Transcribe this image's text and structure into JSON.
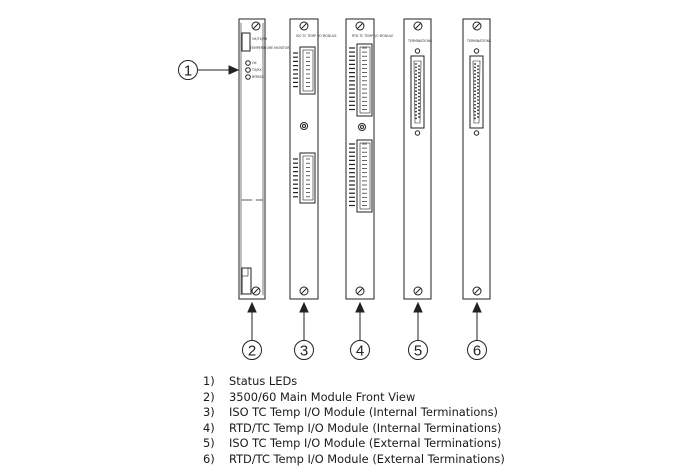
{
  "callouts": [
    "1",
    "2",
    "3",
    "4",
    "5",
    "6"
  ],
  "legend": [
    {
      "num": "1)",
      "text": "Status LEDs"
    },
    {
      "num": "2)",
      "text": "3500/60 Main Module Front View"
    },
    {
      "num": "3)",
      "text": "ISO TC Temp I/O Module (Internal Terminations)"
    },
    {
      "num": "4)",
      "text": "RTD/TC Temp I/O Module (Internal Terminations)"
    },
    {
      "num": "5)",
      "text": "ISO TC Temp I/O Module (External Terminations)"
    },
    {
      "num": "6)",
      "text": "RTD/TC Temp I/O Module (External Terminations)"
    }
  ],
  "panel_labels": {
    "main_top": "OK/TX/RX",
    "main_mid": "TEMPERATURE MONITOR",
    "led_ok": "OK",
    "led_txrx": "TX/RX",
    "led_bypass": "BYPASS",
    "module3_top": "ISO TC TEMP I/O MODULE",
    "module4_top": "RTD TC TEMP I/O MODULE",
    "module5_top": "TERMINATIONS",
    "module6_top": "TERMINATIONS"
  },
  "colors": {
    "line": "#222222",
    "text": "#1a1a1a",
    "background": "#ffffff"
  }
}
